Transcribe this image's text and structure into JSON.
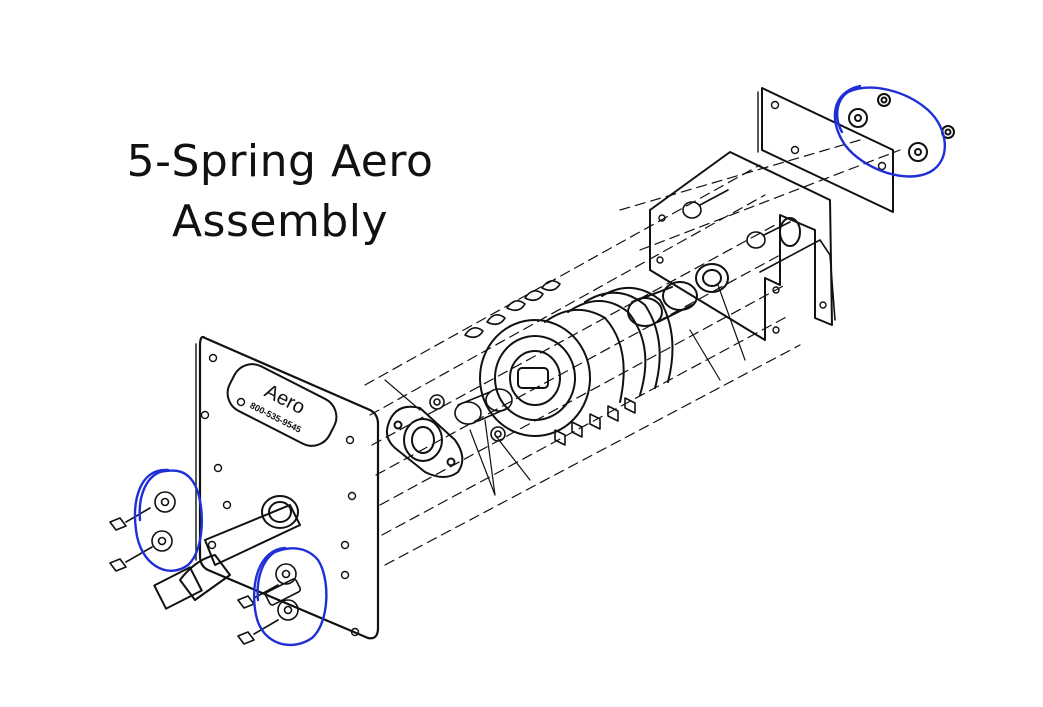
{
  "title": {
    "line1": "5-Spring Aero",
    "line2": "Assembly"
  },
  "plate": {
    "brand": "Aero",
    "phone": "800-535-9545"
  },
  "highlight": {
    "color": "#1f2fd6",
    "targets": [
      "upper-left-bolt-holes",
      "lower-left-bolt-holes",
      "right-bracket-bolt-holes"
    ]
  },
  "icons": [
    "bolt-icon",
    "nut-icon",
    "washer-icon",
    "spring-icon",
    "bearing-icon"
  ]
}
